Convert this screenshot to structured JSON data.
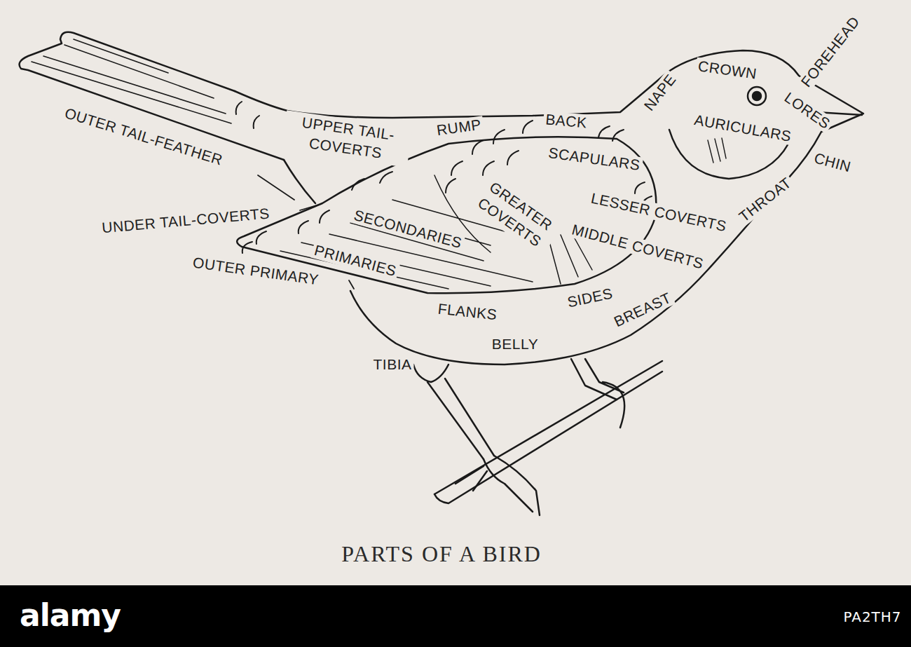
{
  "diagram": {
    "caption": "PARTS OF A BIRD",
    "labels": [
      "OUTER TAIL-FEATHER",
      "UPPER TAIL-COVERTS",
      "RUMP",
      "BACK",
      "NAPE",
      "CROWN",
      "FOREHEAD",
      "LORES",
      "AURICULARS",
      "CHIN",
      "SCAPULARS",
      "THROAT",
      "GREATER COVERTS",
      "LESSER COVERTS",
      "MIDDLE COVERTS",
      "SECONDARIES",
      "UNDER TAIL-COVERTS",
      "PRIMARIES",
      "OUTER PRIMARY",
      "FLANKS",
      "SIDES",
      "BREAST",
      "BELLY",
      "TIBIA",
      "alamy",
      "PA2TH7"
    ]
  }
}
